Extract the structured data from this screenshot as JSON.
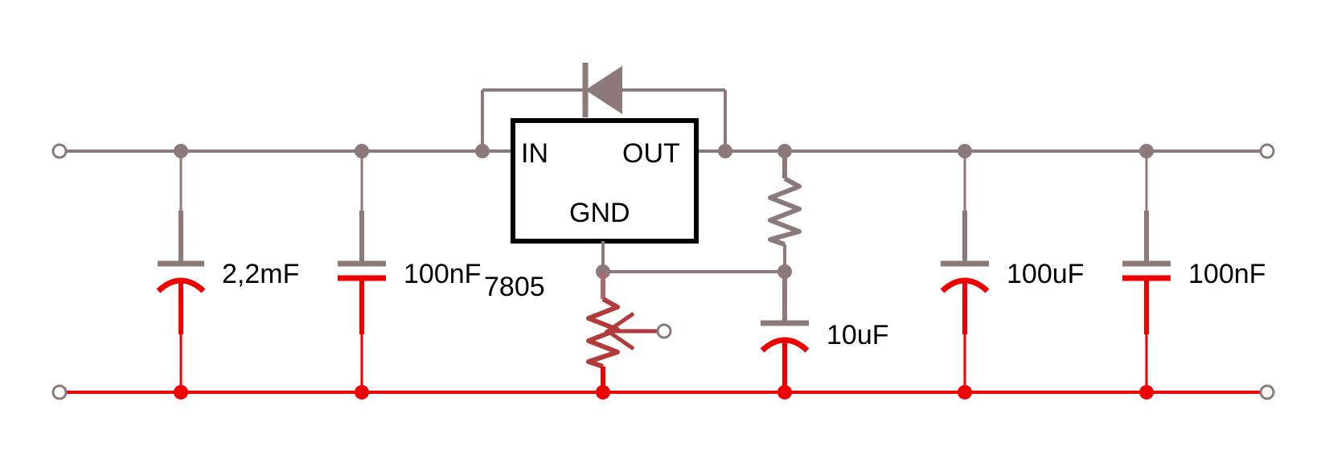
{
  "regulator": {
    "part": "7805",
    "pin_in": "IN",
    "pin_out": "OUT",
    "pin_gnd": "GND"
  },
  "components": {
    "c1": "2,2mF",
    "c2": "100nF",
    "c3": "10uF",
    "c4": "100uF",
    "c5": "100nF"
  },
  "colors": {
    "wire": "#8c7a7a",
    "ground": "#ee0000",
    "pot": "#b23a3a",
    "ic_outline": "#000000"
  }
}
